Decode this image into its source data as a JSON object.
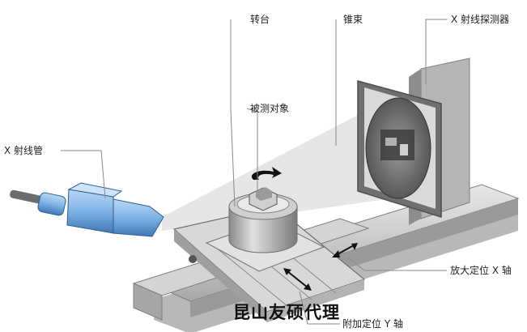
{
  "labels": {
    "turntable": "转台",
    "cone_beam": "锥束",
    "detector": "X 射线探测器",
    "object": "被测对象",
    "xray_tube": "X 射线管",
    "x_axis": "放大定位 X 轴",
    "y_axis": "附加定位 Y 轴"
  },
  "watermark": "昆山友硕代理",
  "colors": {
    "tube_blue": "#7fb3e6",
    "tube_dark": "#3f78b8",
    "base_gray": "#c9c9c9",
    "beam": "#e6e6e6",
    "detector_frame": "#7d7d7d",
    "leader_line": "#888888"
  }
}
